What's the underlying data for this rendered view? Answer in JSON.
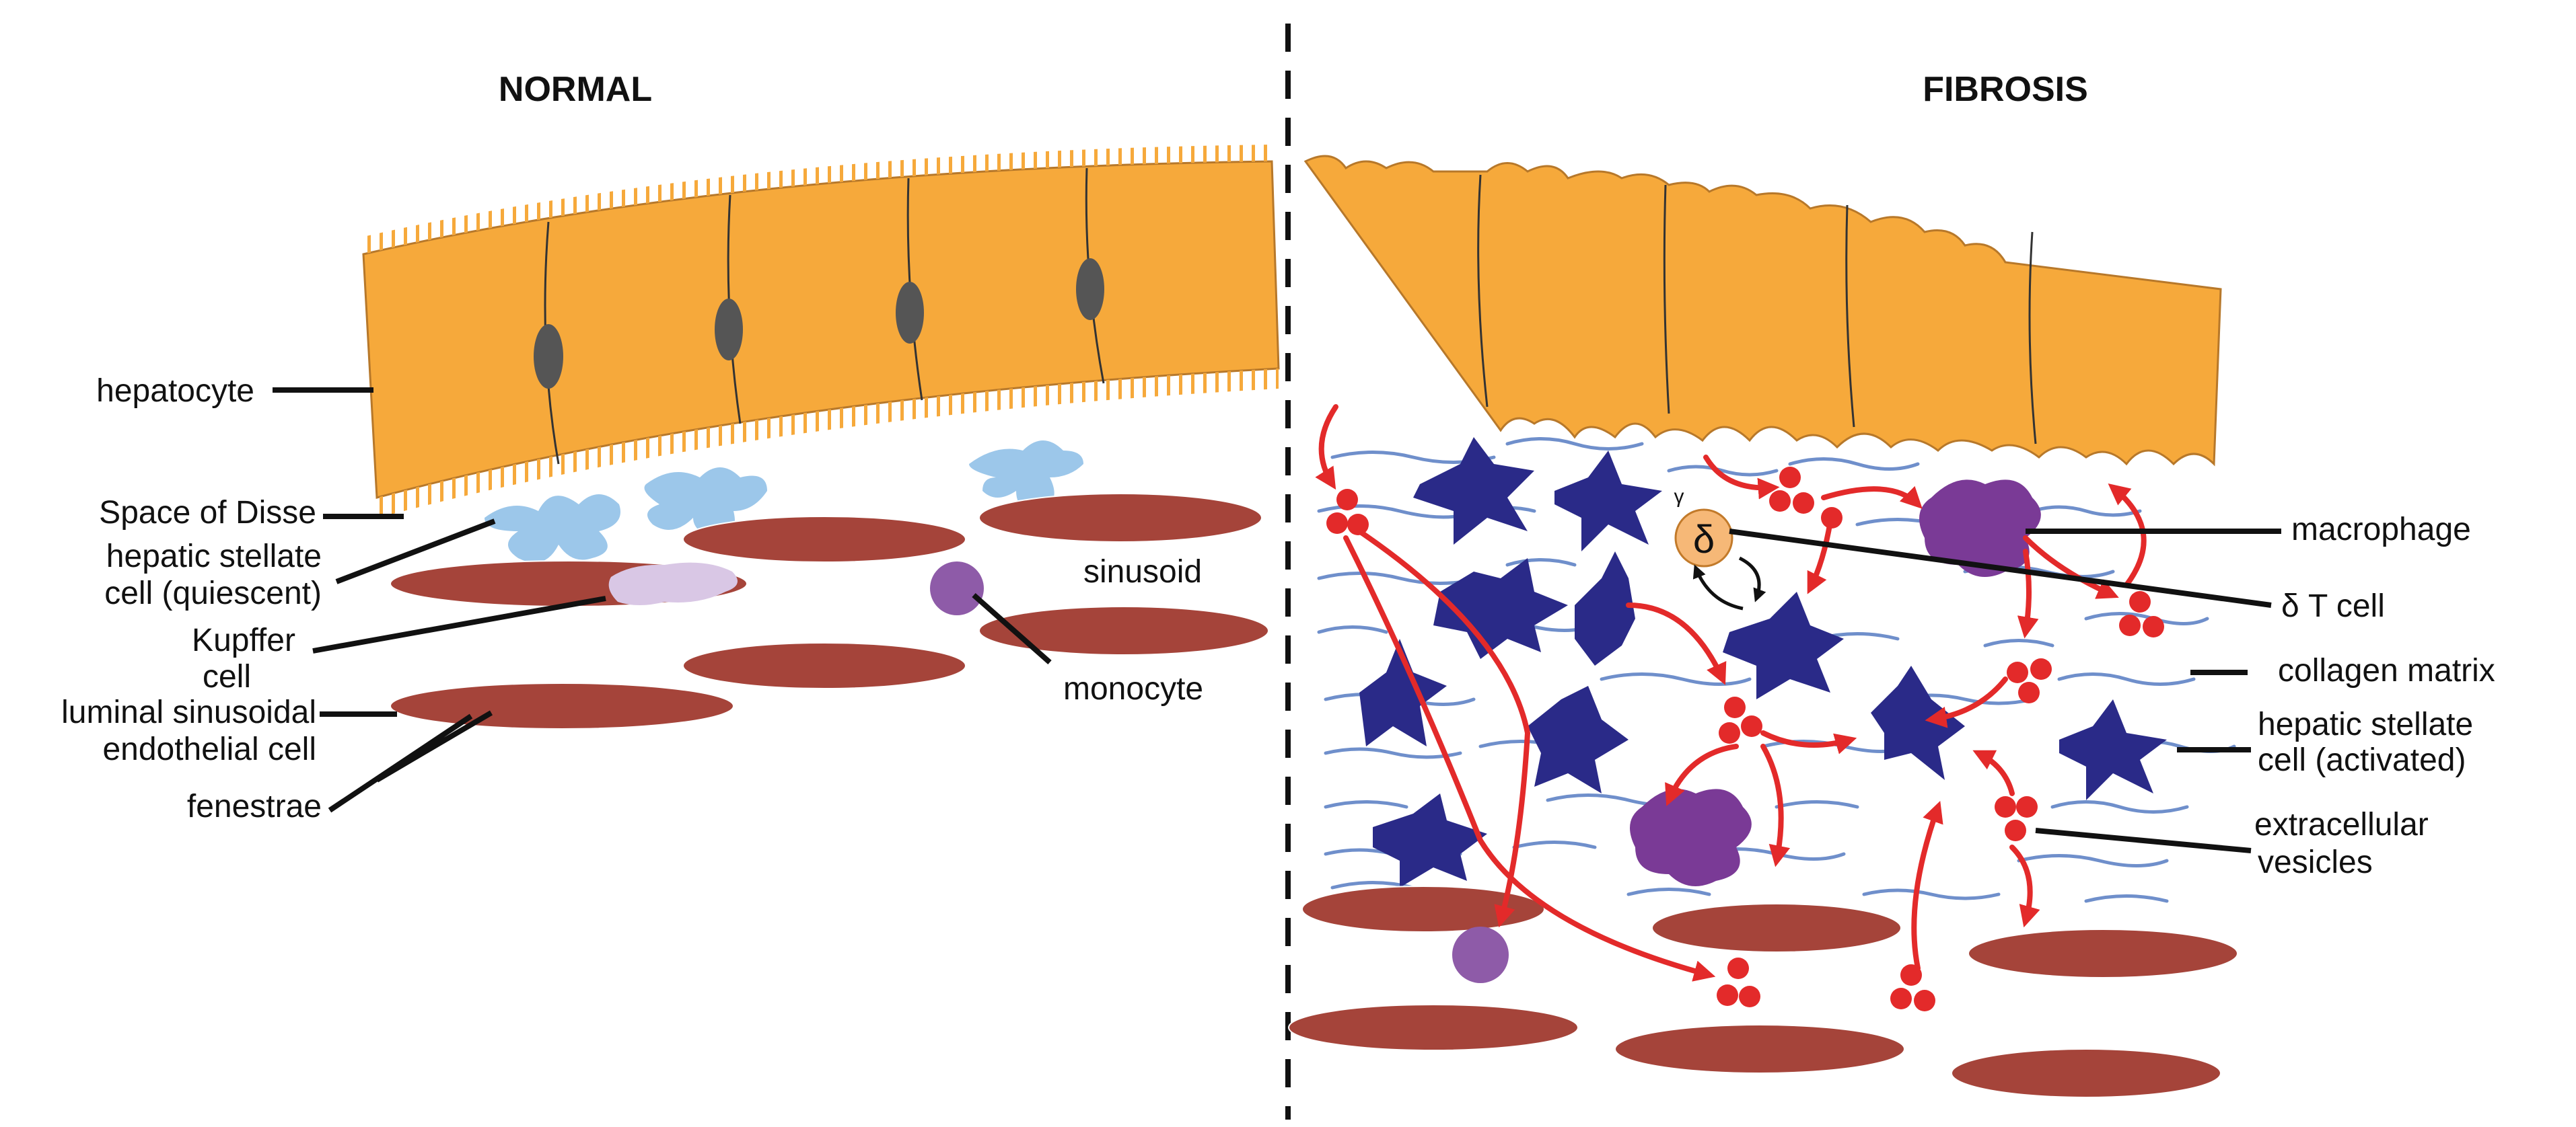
{
  "headings": {
    "normal": "NORMAL",
    "fibrosis": "FIBROSIS"
  },
  "labels": {
    "hepatocyte": "hepatocyte",
    "space_of_disse": "Space of Disse",
    "hsc_quiescent_1": "hepatic stellate",
    "hsc_quiescent_2": "cell (quiescent)",
    "kupffer_1": "Kupffer",
    "kupffer_2": "cell",
    "lsec_1": "luminal sinusoidal",
    "lsec_2": "endothelial cell",
    "fenestrae": "fenestrae",
    "sinusoid": "sinusoid",
    "monocyte": "monocyte",
    "macrophage": "macrophage",
    "delta_t_cell": "δ T cell",
    "collagen_matrix": "collagen matrix",
    "hsc_activated_1": "hepatic stellate",
    "hsc_activated_2": "cell (activated)",
    "ev_1": "extracellular",
    "ev_2": "vesicles",
    "delta_symbol": "δ",
    "gamma_symbol": "γ"
  },
  "colors": {
    "hepatocyte": "#F6A93B",
    "nucleus": "#555555",
    "endothelial": "#A5443A",
    "quiescent_hsc": "#9CC7EA",
    "kupffer": "#D9C7E5",
    "monocyte": "#8E5BA8",
    "macrophage": "#7A3A96",
    "activated_hsc": "#2A2A88",
    "collagen": "#6F8FCB",
    "vesicle": "#E32A2A",
    "t_cell": "#F6B877",
    "leader_line": "#111111"
  }
}
